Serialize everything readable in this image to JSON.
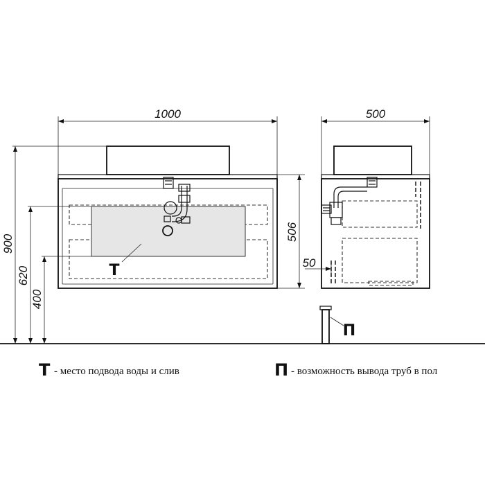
{
  "front_view": {
    "width_dim": "1000",
    "height_total_dim": "900",
    "height_620_dim": "620",
    "height_400_dim": "400",
    "cabinet_height_dim": "506",
    "connection_marker": "Т"
  },
  "side_view": {
    "depth_dim": "500",
    "offset_dim": "50",
    "floor_pipe_marker": "П"
  },
  "legend": {
    "item1_marker": "Т",
    "item1_text": "- место подвода воды и слив",
    "item2_marker": "П",
    "item2_text": "- возможность вывода труб в пол"
  }
}
